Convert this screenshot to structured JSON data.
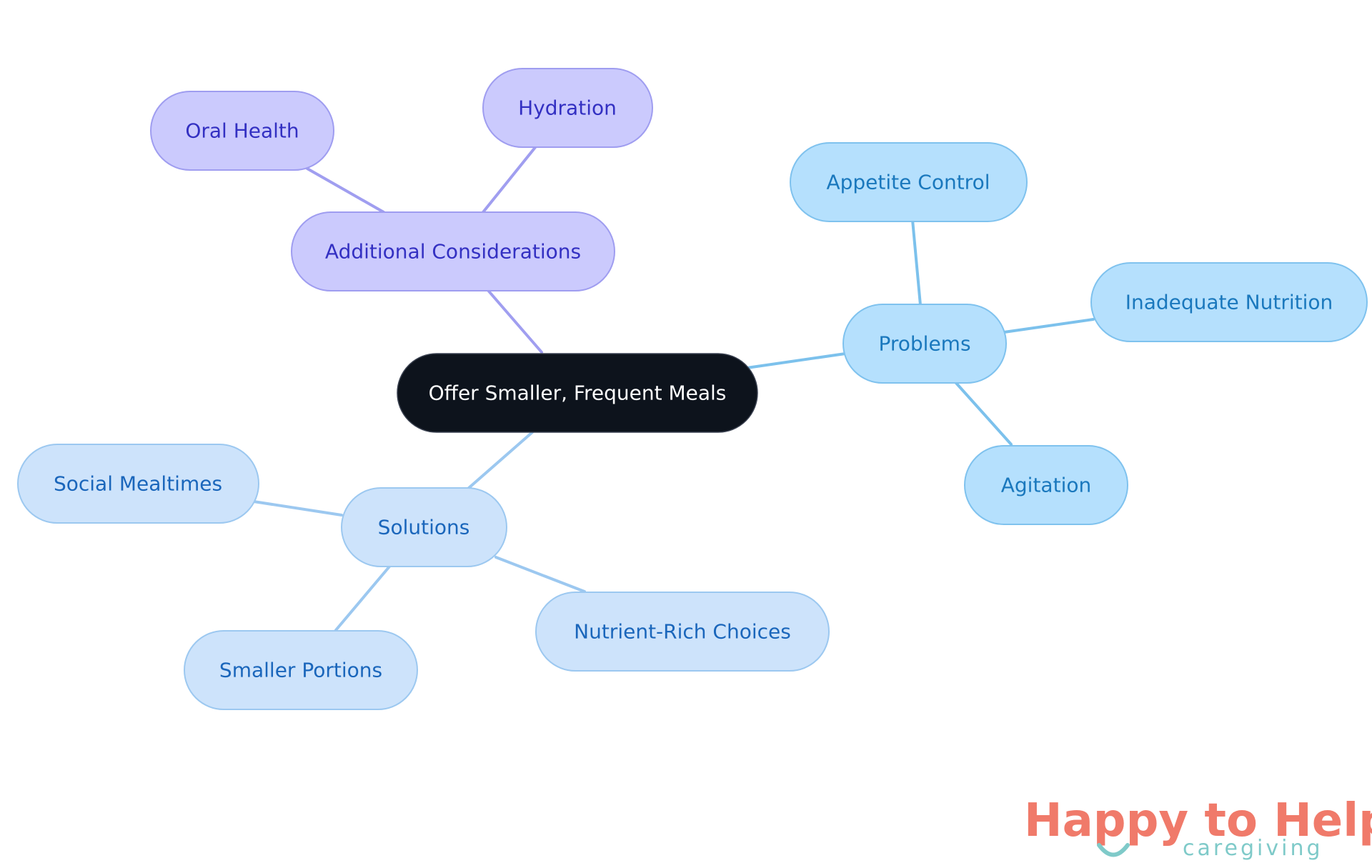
{
  "mindmap": {
    "center": {
      "label": "Offer Smaller, Frequent Meals",
      "fill": "#0d131c",
      "text_color": "#ffffff"
    },
    "branches": [
      {
        "label": "Additional Considerations",
        "fill": "#cbcafd",
        "stroke": "#9f9df0",
        "text_color": "#3330c2",
        "line_color": "#a09ef0",
        "children": [
          "Oral Health",
          "Hydration"
        ]
      },
      {
        "label": "Problems",
        "fill": "#b5e0fd",
        "stroke": "#7fc2ee",
        "text_color": "#1a78bd",
        "line_color": "#7cc1ec",
        "children": [
          "Appetite Control",
          "Inadequate Nutrition",
          "Agitation"
        ]
      },
      {
        "label": "Solutions",
        "fill": "#cde3fb",
        "stroke": "#9cc8f0",
        "text_color": "#1a66bb",
        "line_color": "#9cc8f0",
        "children": [
          "Social Mealtimes",
          "Smaller Portions",
          "Nutrient-Rich Choices"
        ]
      }
    ]
  },
  "logo": {
    "text_main": "Happy to Help",
    "text_sub": "caregiving",
    "colors": {
      "main": "#f07a6a",
      "accent": "#7fcac9",
      "sub": "#7fcac9"
    }
  }
}
